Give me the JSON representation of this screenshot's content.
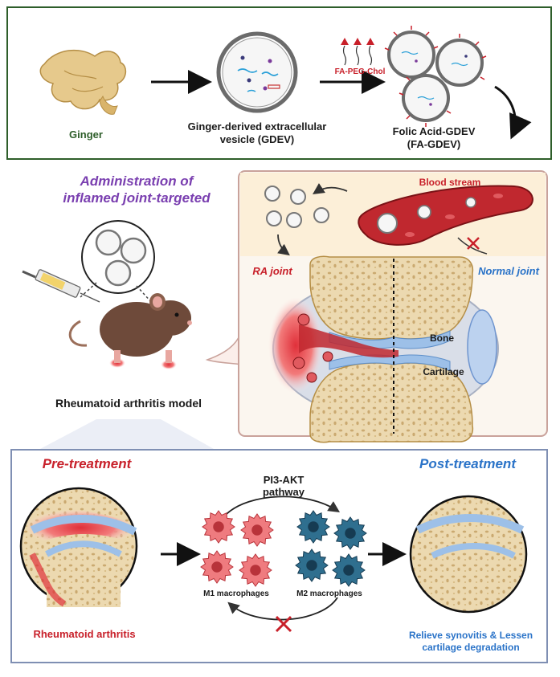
{
  "top_panel": {
    "ginger_label": "Ginger",
    "gdev_label_line1": "Ginger-derived extracellular",
    "gdev_label_line2": "vesicle (GDEV)",
    "reagent_label": "FA-PEG-Chol",
    "fa_gdev_line1": "Folic Acid-GDEV",
    "fa_gdev_line2": "(FA-GDEV)"
  },
  "middle_panel": {
    "administration_line1": "Administration of",
    "administration_line2": "inflamed joint-targeted",
    "model_label": "Rheumatoid arthritis model",
    "blood_stream_label": "Blood stream",
    "ra_joint_label": "RA joint",
    "normal_joint_label": "Normal joint",
    "bone_label": "Bone",
    "cartilage_label": "Cartilage"
  },
  "bottom_panel": {
    "pre_treatment_label": "Pre-treatment",
    "post_treatment_label": "Post-treatment",
    "pathway_line1": "PI3-AKT",
    "pathway_line2": "pathway",
    "m1_label": "M1 macrophages",
    "m2_label": "M2 macrophages",
    "ra_label": "Rheumatoid arthritis",
    "outcome_line1": "Relieve synovitis & Lessen",
    "outcome_line2": "cartilage degradation"
  },
  "colors": {
    "top_border": "#2e5e2a",
    "title_purple": "#7a3fb0",
    "red_label": "#c8202a",
    "blue_label": "#2a73c8",
    "panel_border": "#c9a29b",
    "bottom_border": "#7f8fb3",
    "m1": "#ef7b7f",
    "m2": "#2f6f8f"
  }
}
